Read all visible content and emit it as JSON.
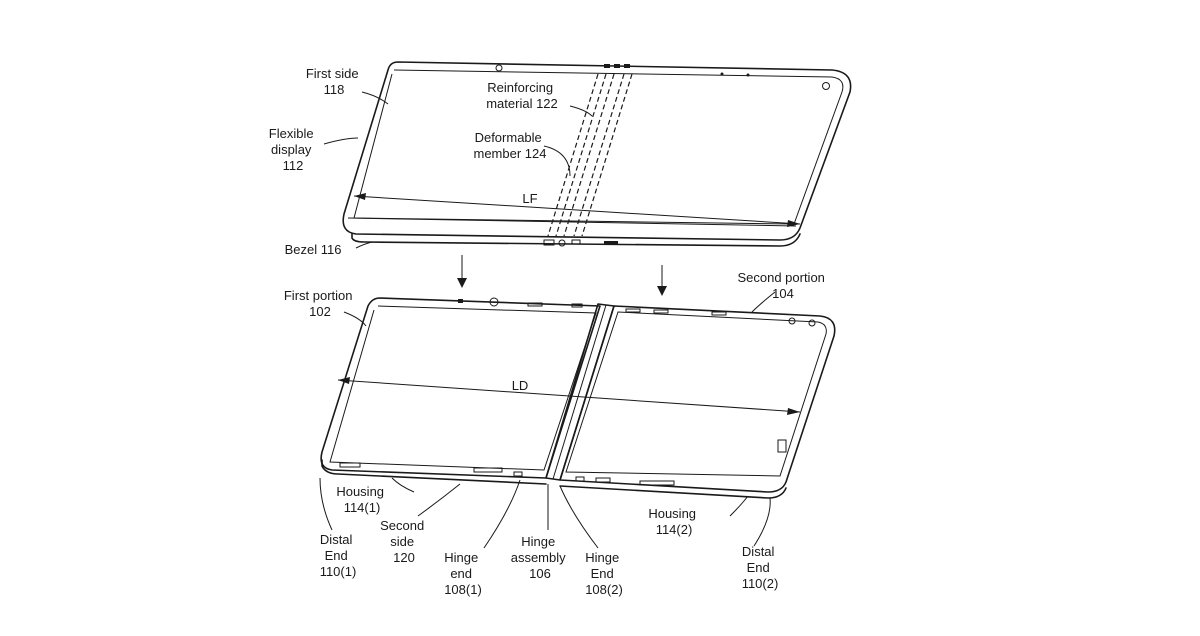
{
  "labels": {
    "first_side": [
      "First side",
      "118"
    ],
    "flexible_display": [
      "Flexible",
      "display",
      "112"
    ],
    "bezel": [
      "Bezel 116"
    ],
    "reinforcing_material": [
      "Reinforcing",
      "material 122"
    ],
    "deformable_member": [
      "Deformable",
      "member 124"
    ],
    "length_flexible": "LF",
    "length_device": "LD",
    "first_portion": [
      "First portion",
      "102"
    ],
    "second_portion": [
      "Second portion",
      "104"
    ],
    "housing_1": [
      "Housing",
      "114(1)"
    ],
    "housing_2": [
      "Housing",
      "114(2)"
    ],
    "second_side": [
      "Second",
      "side",
      "120"
    ],
    "distal_end_1": [
      "Distal",
      "End",
      "110(1)"
    ],
    "distal_end_2": [
      "Distal",
      "End",
      "110(2)"
    ],
    "hinge_end_1": [
      "Hinge",
      "end",
      "108(1)"
    ],
    "hinge_end_2": [
      "Hinge",
      "End",
      "108(2)"
    ],
    "hinge_assembly": [
      "Hinge",
      "assembly",
      "106"
    ]
  }
}
